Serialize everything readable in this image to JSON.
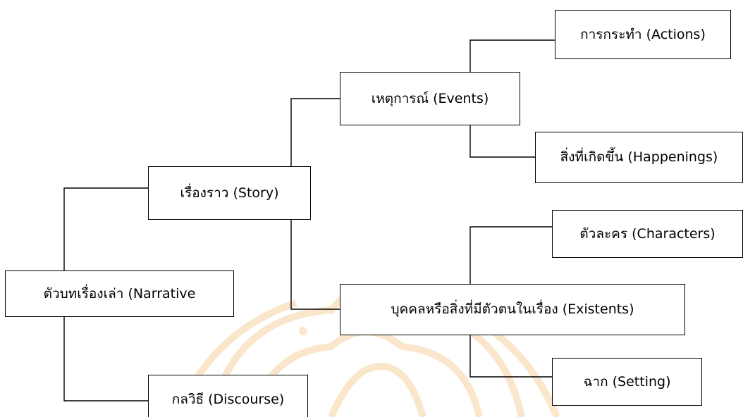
{
  "diagram": {
    "nodes": {
      "narrative": "ตัวบทเรื่องเล่า (Narrative",
      "story": "เรื่องราว (Story)",
      "discourse": "กลวิธี (Discourse)",
      "events": "เหตุการณ์ (Events)",
      "existents": "บุคคลหรือสิ่งที่มีตัวตนในเรื่อง (Existents)",
      "actions": "การกระทำ (Actions)",
      "happenings": "สิ่งที่เกิดขึ้น (Happenings)",
      "characters": "ตัวละคร (Characters)",
      "setting": "ฉาก (Setting)"
    },
    "colors": {
      "line": "#000000",
      "box_border": "#000000",
      "box_fill": "#ffffff",
      "watermark": "#f2b66a"
    }
  }
}
